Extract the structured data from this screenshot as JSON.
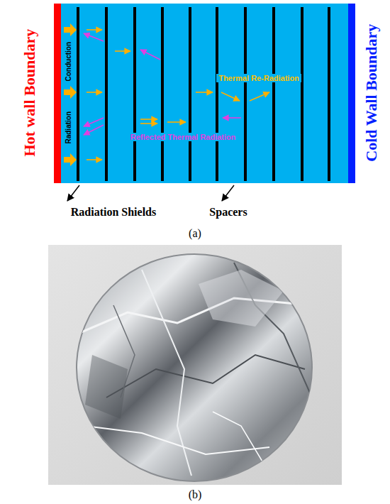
{
  "diagram": {
    "labels": [
      "Hot wall Boundary",
      "Conduction",
      "Radiation",
      "Thermal Re-Radiation",
      "Reflected Thermal Radiation",
      "Cold Wall Boundary",
      "Radiation Shields",
      "Spacers",
      "(a)",
      "(b)"
    ]
  }
}
